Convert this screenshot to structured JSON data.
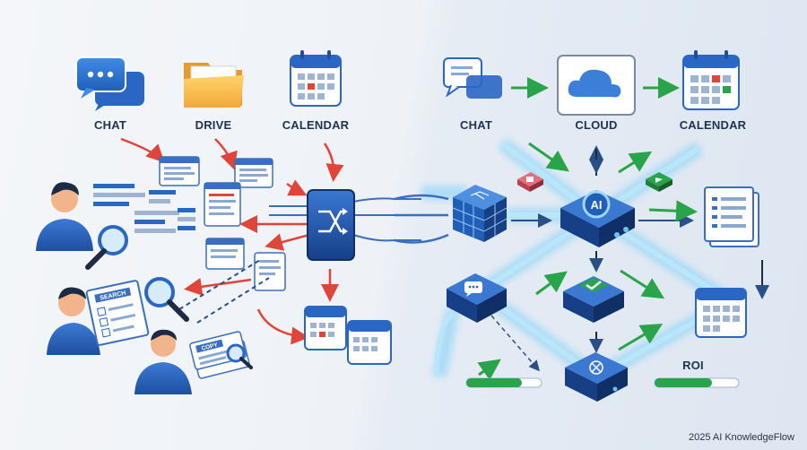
{
  "left_panel": {
    "sources": [
      {
        "label": "CHAT",
        "icon": "chat-bubbles-icon"
      },
      {
        "label": "DRIVE",
        "icon": "folder-icon"
      },
      {
        "label": "CALENDAR",
        "icon": "calendar-icon"
      }
    ],
    "search_doc_label": "SEARCH",
    "copy_doc_label": "COPY"
  },
  "right_panel": {
    "sources": [
      {
        "label": "CHAT",
        "icon": "chat-bubble-icon"
      },
      {
        "label": "CLOUD",
        "icon": "cloud-icon"
      },
      {
        "label": "CALENDAR",
        "icon": "calendar-icon"
      }
    ],
    "hub_label": "AI",
    "roi_label": "ROI"
  },
  "footer": {
    "credit": "2025 AI KnowledgeFlow"
  },
  "colors": {
    "accent": "#1f5fb8",
    "error_arrow": "#e0453a",
    "success_arrow": "#2aa44a",
    "glow": "#6cc4f2"
  }
}
